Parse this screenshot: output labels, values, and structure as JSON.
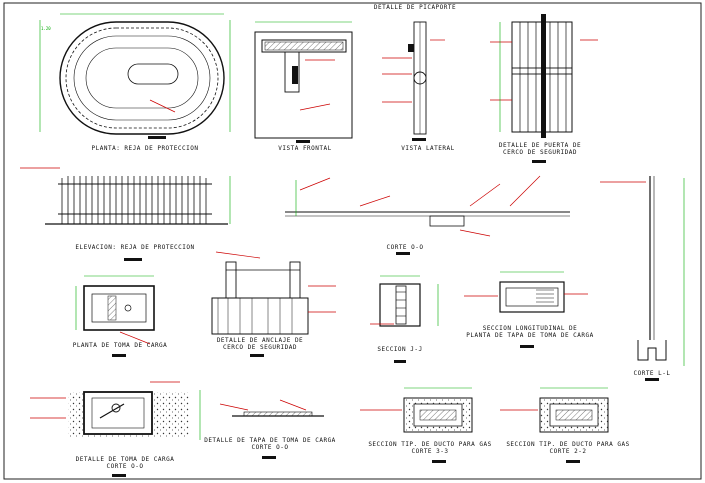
{
  "sheet": {
    "header_title": "DETALLE DE PICAPORTE",
    "labels": {
      "planta_reja": "PLANTA: REJA DE PROTECCION",
      "vista_frontal": "VISTA FRONTAL",
      "vista_lateral": "VISTA LATERAL",
      "puerta_1": "DETALLE DE PUERTA DE",
      "puerta_2": "CERCO DE SEGURIDAD",
      "elevacion": "ELEVACION: REJA DE PROTECCION",
      "corte_oo": "CORTE O-O",
      "planta_toma": "PLANTA DE TOMA DE CARGA",
      "anclaje_1": "DETALLE DE ANCLAJE DE",
      "anclaje_2": "CERCO DE SEGURIDAD",
      "seccion_jj": "SECCION J-J",
      "long_1": "SECCION LONGITUDINAL DE",
      "long_2": "PLANTA DE TAPA DE TOMA DE CARGA",
      "corte_ll": "CORTE L-L",
      "toma_1": "DETALLE DE TOMA DE CARGA",
      "toma_2": "CORTE O-O",
      "tapa_1": "DETALLE DE TAPA DE TOMA DE CARGA",
      "tapa_2": "CORTE O-O",
      "gas33_1": "SECCION TIP. DE DUCTO PARA GAS",
      "gas33_2": "CORTE 3-3",
      "gas22_1": "SECCION TIP. DE DUCTO PARA GAS",
      "gas22_2": "CORTE 2-2"
    }
  }
}
